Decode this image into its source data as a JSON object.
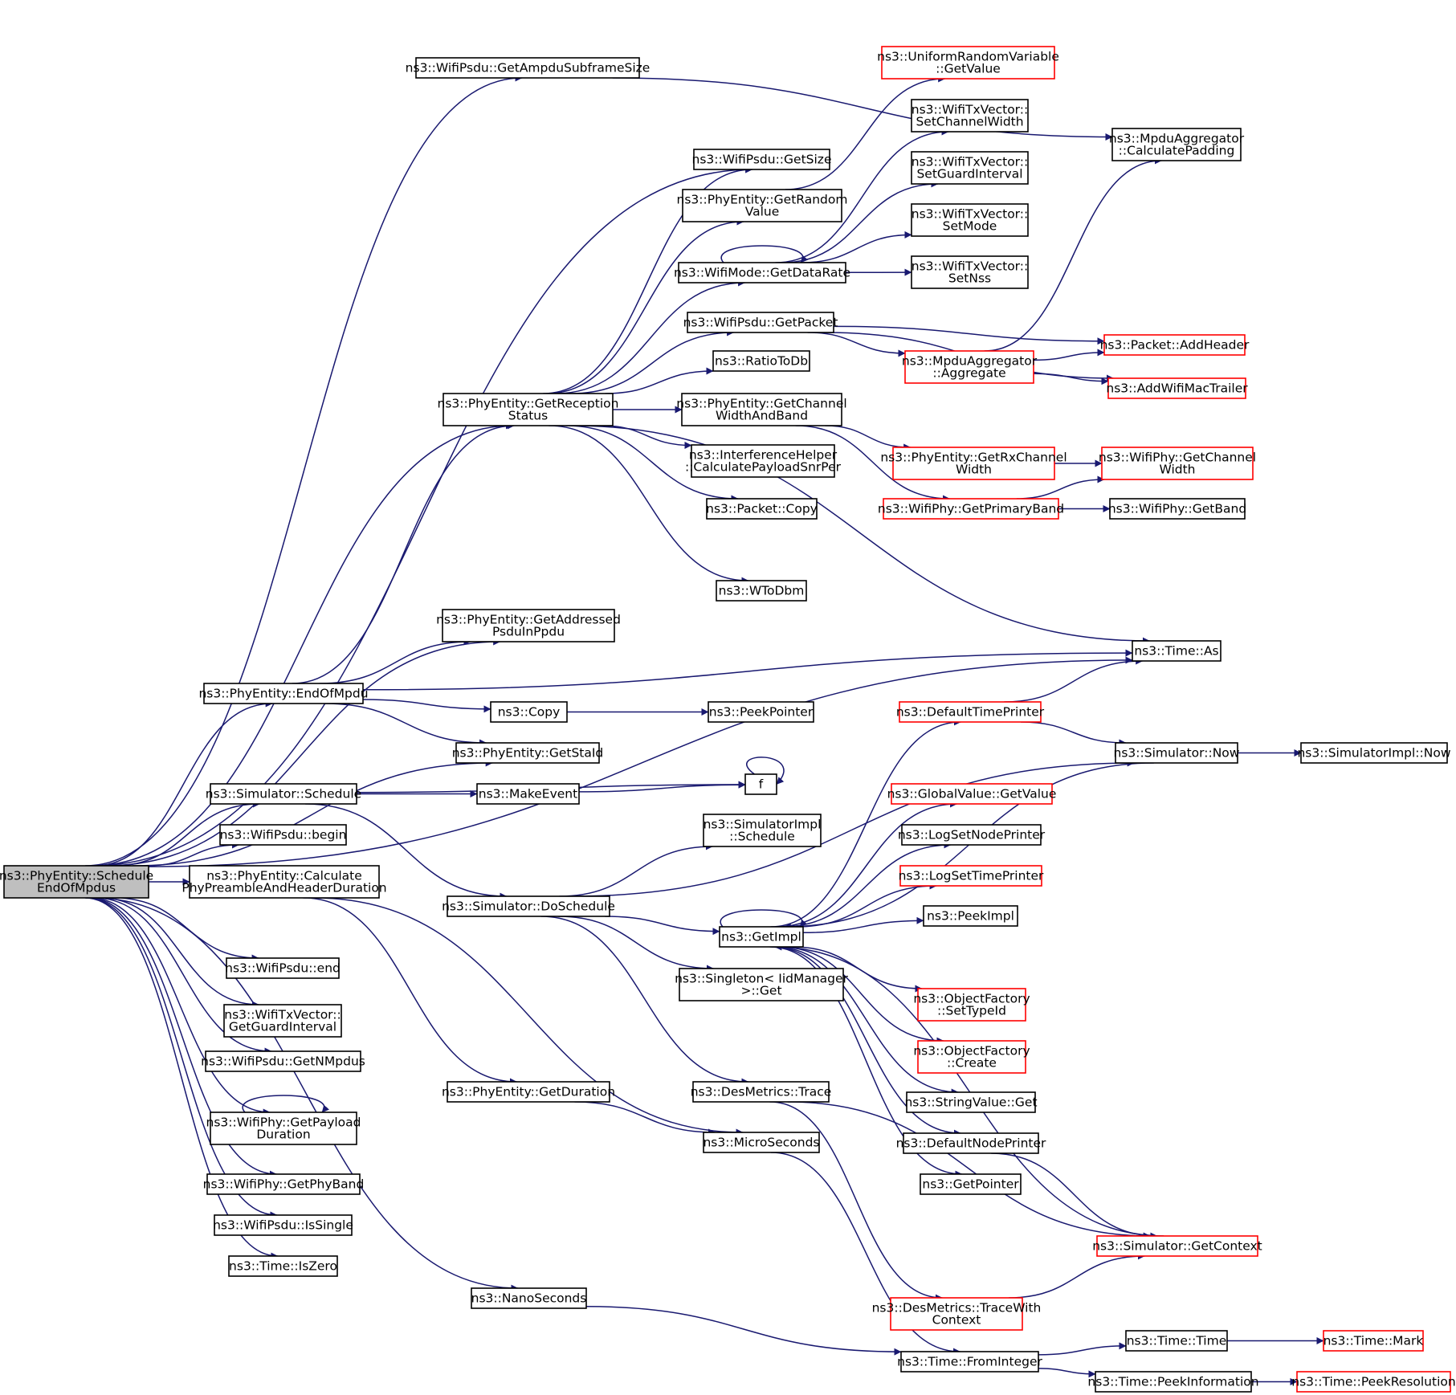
{
  "colors": {
    "edge": "#191970",
    "node_border": "#000000",
    "node_border_truncated": "#ff0000",
    "root_fill": "#bfbfbf"
  },
  "nodes": [
    {
      "id": "root",
      "lines": [
        "ns3::PhyEntity::Schedule",
        "EndOfMpdus"
      ],
      "style": "root"
    },
    {
      "id": "ampduSubframeSize",
      "lines": [
        "ns3::WifiPsdu::GetAmpduSubframeSize"
      ],
      "style": "black"
    },
    {
      "id": "uniformGetValue",
      "lines": [
        "ns3::UniformRandomVariable",
        "::GetValue"
      ],
      "style": "red"
    },
    {
      "id": "setChannelWidth",
      "lines": [
        "ns3::WifiTxVector::",
        "SetChannelWidth"
      ],
      "style": "black"
    },
    {
      "id": "calcPadding",
      "lines": [
        "ns3::MpduAggregator",
        "::CalculatePadding"
      ],
      "style": "black"
    },
    {
      "id": "psduGetSize",
      "lines": [
        "ns3::WifiPsdu::GetSize"
      ],
      "style": "black"
    },
    {
      "id": "setGuardInterval",
      "lines": [
        "ns3::WifiTxVector::",
        "SetGuardInterval"
      ],
      "style": "black"
    },
    {
      "id": "getRandomValue",
      "lines": [
        "ns3::PhyEntity::GetRandom",
        "Value"
      ],
      "style": "black"
    },
    {
      "id": "setMode",
      "lines": [
        "ns3::WifiTxVector::",
        "SetMode"
      ],
      "style": "black"
    },
    {
      "id": "getDataRate",
      "lines": [
        "ns3::WifiMode::GetDataRate"
      ],
      "style": "black"
    },
    {
      "id": "setNss",
      "lines": [
        "ns3::WifiTxVector::",
        "SetNss"
      ],
      "style": "black"
    },
    {
      "id": "getPacket",
      "lines": [
        "ns3::WifiPsdu::GetPacket"
      ],
      "style": "black"
    },
    {
      "id": "addHeader",
      "lines": [
        "ns3::Packet::AddHeader"
      ],
      "style": "red"
    },
    {
      "id": "aggregate",
      "lines": [
        "ns3::MpduAggregator",
        "::Aggregate"
      ],
      "style": "red"
    },
    {
      "id": "ratioToDb",
      "lines": [
        "ns3::RatioToDb"
      ],
      "style": "black"
    },
    {
      "id": "addWifiMacTrailer",
      "lines": [
        "ns3::AddWifiMacTrailer"
      ],
      "style": "red"
    },
    {
      "id": "getReceptionStatus",
      "lines": [
        "ns3::PhyEntity::GetReception",
        "Status"
      ],
      "style": "black"
    },
    {
      "id": "getChannelWidthAndBand",
      "lines": [
        "ns3::PhyEntity::GetChannel",
        "WidthAndBand"
      ],
      "style": "black"
    },
    {
      "id": "calcPayloadSnrPer",
      "lines": [
        "ns3::InterferenceHelper",
        "::CalculatePayloadSnrPer"
      ],
      "style": "black"
    },
    {
      "id": "getRxChannelWidth",
      "lines": [
        "ns3::PhyEntity::GetRxChannel",
        "Width"
      ],
      "style": "red"
    },
    {
      "id": "wifiPhyGetChannelWidth",
      "lines": [
        "ns3::WifiPhy::GetChannel",
        "Width"
      ],
      "style": "red"
    },
    {
      "id": "packetCopy",
      "lines": [
        "ns3::Packet::Copy"
      ],
      "style": "black"
    },
    {
      "id": "getPrimaryBand",
      "lines": [
        "ns3::WifiPhy::GetPrimaryBand"
      ],
      "style": "red"
    },
    {
      "id": "getBand",
      "lines": [
        "ns3::WifiPhy::GetBand"
      ],
      "style": "black"
    },
    {
      "id": "wToDbm",
      "lines": [
        "ns3::WToDbm"
      ],
      "style": "black"
    },
    {
      "id": "getAddressedPsdu",
      "lines": [
        "ns3::PhyEntity::GetAddressed",
        "PsduInPpdu"
      ],
      "style": "black"
    },
    {
      "id": "timeAs",
      "lines": [
        "ns3::Time::As"
      ],
      "style": "black"
    },
    {
      "id": "endOfMpdu",
      "lines": [
        "ns3::PhyEntity::EndOfMpdu"
      ],
      "style": "black"
    },
    {
      "id": "copy",
      "lines": [
        "ns3::Copy"
      ],
      "style": "black"
    },
    {
      "id": "peekPointer",
      "lines": [
        "ns3::PeekPointer"
      ],
      "style": "black"
    },
    {
      "id": "defaultTimePrinter",
      "lines": [
        "ns3::DefaultTimePrinter"
      ],
      "style": "red"
    },
    {
      "id": "getStaId",
      "lines": [
        "ns3::PhyEntity::GetStaId"
      ],
      "style": "black"
    },
    {
      "id": "simNow",
      "lines": [
        "ns3::Simulator::Now"
      ],
      "style": "black"
    },
    {
      "id": "simImplNow",
      "lines": [
        "ns3::SimulatorImpl::Now"
      ],
      "style": "black"
    },
    {
      "id": "simSchedule",
      "lines": [
        "ns3::Simulator::Schedule"
      ],
      "style": "black"
    },
    {
      "id": "makeEvent",
      "lines": [
        "ns3::MakeEvent"
      ],
      "style": "black"
    },
    {
      "id": "f",
      "lines": [
        "f"
      ],
      "style": "black"
    },
    {
      "id": "globalGetValue",
      "lines": [
        "ns3::GlobalValue::GetValue"
      ],
      "style": "red"
    },
    {
      "id": "psduBegin",
      "lines": [
        "ns3::WifiPsdu::begin"
      ],
      "style": "black"
    },
    {
      "id": "simImplSchedule",
      "lines": [
        "ns3::SimulatorImpl",
        "::Schedule"
      ],
      "style": "black"
    },
    {
      "id": "logSetNodePrinter",
      "lines": [
        "ns3::LogSetNodePrinter"
      ],
      "style": "black"
    },
    {
      "id": "calcPreamble",
      "lines": [
        "ns3::PhyEntity::Calculate",
        "PhyPreambleAndHeaderDuration"
      ],
      "style": "black"
    },
    {
      "id": "logSetTimePrinter",
      "lines": [
        "ns3::LogSetTimePrinter"
      ],
      "style": "red"
    },
    {
      "id": "doSchedule",
      "lines": [
        "ns3::Simulator::DoSchedule"
      ],
      "style": "black"
    },
    {
      "id": "peekImpl",
      "lines": [
        "ns3::PeekImpl"
      ],
      "style": "black"
    },
    {
      "id": "getImpl",
      "lines": [
        "ns3::GetImpl"
      ],
      "style": "black"
    },
    {
      "id": "psduEnd",
      "lines": [
        "ns3::WifiPsdu::end"
      ],
      "style": "black"
    },
    {
      "id": "singletonGet",
      "lines": [
        "ns3::Singleton< IidManager",
        ">::Get"
      ],
      "style": "black"
    },
    {
      "id": "getGuardInterval",
      "lines": [
        "ns3::WifiTxVector::",
        "GetGuardInterval"
      ],
      "style": "black"
    },
    {
      "id": "objFactorySetTypeId",
      "lines": [
        "ns3::ObjectFactory",
        "::SetTypeId"
      ],
      "style": "red"
    },
    {
      "id": "getNMpdus",
      "lines": [
        "ns3::WifiPsdu::GetNMpdus"
      ],
      "style": "black"
    },
    {
      "id": "objFactoryCreate",
      "lines": [
        "ns3::ObjectFactory",
        "::Create"
      ],
      "style": "red"
    },
    {
      "id": "getDuration",
      "lines": [
        "ns3::PhyEntity::GetDuration"
      ],
      "style": "black"
    },
    {
      "id": "desTrace",
      "lines": [
        "ns3::DesMetrics::Trace"
      ],
      "style": "black"
    },
    {
      "id": "stringValueGet",
      "lines": [
        "ns3::StringValue::Get"
      ],
      "style": "black"
    },
    {
      "id": "getPayloadDuration",
      "lines": [
        "ns3::WifiPhy::GetPayload",
        "Duration"
      ],
      "style": "black"
    },
    {
      "id": "microSeconds",
      "lines": [
        "ns3::MicroSeconds"
      ],
      "style": "black"
    },
    {
      "id": "defaultNodePrinter",
      "lines": [
        "ns3::DefaultNodePrinter"
      ],
      "style": "black"
    },
    {
      "id": "getPhyBand",
      "lines": [
        "ns3::WifiPhy::GetPhyBand"
      ],
      "style": "black"
    },
    {
      "id": "getPointer",
      "lines": [
        "ns3::GetPointer"
      ],
      "style": "black"
    },
    {
      "id": "isSingle",
      "lines": [
        "ns3::WifiPsdu::IsSingle"
      ],
      "style": "black"
    },
    {
      "id": "getContext",
      "lines": [
        "ns3::Simulator::GetContext"
      ],
      "style": "red"
    },
    {
      "id": "isZero",
      "lines": [
        "ns3::Time::IsZero"
      ],
      "style": "black"
    },
    {
      "id": "nanoSeconds",
      "lines": [
        "ns3::NanoSeconds"
      ],
      "style": "black"
    },
    {
      "id": "traceWithContext",
      "lines": [
        "ns3::DesMetrics::TraceWith",
        "Context"
      ],
      "style": "red"
    },
    {
      "id": "timeTime",
      "lines": [
        "ns3::Time::Time"
      ],
      "style": "black"
    },
    {
      "id": "timeMark",
      "lines": [
        "ns3::Time::Mark"
      ],
      "style": "red"
    },
    {
      "id": "fromInteger",
      "lines": [
        "ns3::Time::FromInteger"
      ],
      "style": "black"
    },
    {
      "id": "peekInformation",
      "lines": [
        "ns3::Time::PeekInformation"
      ],
      "style": "black"
    },
    {
      "id": "peekResolution",
      "lines": [
        "ns3::Time::PeekResolution"
      ],
      "style": "red"
    }
  ],
  "edges": [
    [
      "root",
      "ampduSubframeSize"
    ],
    [
      "root",
      "psduGetSize"
    ],
    [
      "root",
      "getReceptionStatus"
    ],
    [
      "root",
      "timeAs"
    ],
    [
      "root",
      "getAddressedPsdu"
    ],
    [
      "root",
      "endOfMpdu"
    ],
    [
      "root",
      "getStaId"
    ],
    [
      "root",
      "simSchedule"
    ],
    [
      "root",
      "psduBegin"
    ],
    [
      "root",
      "calcPreamble"
    ],
    [
      "root",
      "psduEnd"
    ],
    [
      "root",
      "getGuardInterval"
    ],
    [
      "root",
      "getNMpdus"
    ],
    [
      "root",
      "getPayloadDuration"
    ],
    [
      "root",
      "getPhyBand"
    ],
    [
      "root",
      "isSingle"
    ],
    [
      "root",
      "isZero"
    ],
    [
      "root",
      "nanoSeconds"
    ],
    [
      "ampduSubframeSize",
      "calcPadding"
    ],
    [
      "getRandomValue",
      "uniformGetValue"
    ],
    [
      "getDataRate",
      "setChannelWidth"
    ],
    [
      "getDataRate",
      "setGuardInterval"
    ],
    [
      "getDataRate",
      "setMode"
    ],
    [
      "getDataRate",
      "setNss"
    ],
    [
      "getDataRate",
      "getDataRate"
    ],
    [
      "getPacket",
      "addHeader"
    ],
    [
      "getPacket",
      "aggregate"
    ],
    [
      "getPacket",
      "addWifiMacTrailer"
    ],
    [
      "aggregate",
      "calcPadding"
    ],
    [
      "aggregate",
      "addHeader"
    ],
    [
      "aggregate",
      "addWifiMacTrailer"
    ],
    [
      "getReceptionStatus",
      "psduGetSize"
    ],
    [
      "getReceptionStatus",
      "getRandomValue"
    ],
    [
      "getReceptionStatus",
      "getDataRate"
    ],
    [
      "getReceptionStatus",
      "getPacket"
    ],
    [
      "getReceptionStatus",
      "ratioToDb"
    ],
    [
      "getReceptionStatus",
      "getChannelWidthAndBand"
    ],
    [
      "getReceptionStatus",
      "calcPayloadSnrPer"
    ],
    [
      "getReceptionStatus",
      "packetCopy"
    ],
    [
      "getReceptionStatus",
      "wToDbm"
    ],
    [
      "getReceptionStatus",
      "timeAs"
    ],
    [
      "getChannelWidthAndBand",
      "getRxChannelWidth"
    ],
    [
      "getChannelWidthAndBand",
      "getPrimaryBand"
    ],
    [
      "getRxChannelWidth",
      "wifiPhyGetChannelWidth"
    ],
    [
      "getPrimaryBand",
      "wifiPhyGetChannelWidth"
    ],
    [
      "getPrimaryBand",
      "getBand"
    ],
    [
      "endOfMpdu",
      "getReceptionStatus"
    ],
    [
      "endOfMpdu",
      "getAddressedPsdu"
    ],
    [
      "endOfMpdu",
      "timeAs"
    ],
    [
      "endOfMpdu",
      "copy"
    ],
    [
      "endOfMpdu",
      "getStaId"
    ],
    [
      "copy",
      "peekPointer"
    ],
    [
      "defaultTimePrinter",
      "timeAs"
    ],
    [
      "defaultTimePrinter",
      "simNow"
    ],
    [
      "simNow",
      "simImplNow"
    ],
    [
      "simNow",
      "getImpl"
    ],
    [
      "simSchedule",
      "makeEvent"
    ],
    [
      "simSchedule",
      "f"
    ],
    [
      "simSchedule",
      "doSchedule"
    ],
    [
      "makeEvent",
      "f"
    ],
    [
      "f",
      "f"
    ],
    [
      "doSchedule",
      "simImplSchedule"
    ],
    [
      "doSchedule",
      "simNow"
    ],
    [
      "doSchedule",
      "getImpl"
    ],
    [
      "doSchedule",
      "singletonGet"
    ],
    [
      "doSchedule",
      "desTrace"
    ],
    [
      "getImpl",
      "defaultTimePrinter"
    ],
    [
      "getImpl",
      "globalGetValue"
    ],
    [
      "getImpl",
      "logSetNodePrinter"
    ],
    [
      "getImpl",
      "logSetTimePrinter"
    ],
    [
      "getImpl",
      "peekImpl"
    ],
    [
      "getImpl",
      "objFactorySetTypeId"
    ],
    [
      "getImpl",
      "objFactoryCreate"
    ],
    [
      "getImpl",
      "stringValueGet"
    ],
    [
      "getImpl",
      "defaultNodePrinter"
    ],
    [
      "getImpl",
      "getPointer"
    ],
    [
      "getImpl",
      "getImpl"
    ],
    [
      "calcPreamble",
      "getDuration"
    ],
    [
      "calcPreamble",
      "microSeconds"
    ],
    [
      "getDuration",
      "microSeconds"
    ],
    [
      "desTrace",
      "getContext"
    ],
    [
      "desTrace",
      "traceWithContext"
    ],
    [
      "defaultNodePrinter",
      "getContext"
    ],
    [
      "getContext",
      "getImpl"
    ],
    [
      "traceWithContext",
      "getContext"
    ],
    [
      "getPayloadDuration",
      "getPayloadDuration"
    ],
    [
      "microSeconds",
      "fromInteger"
    ],
    [
      "nanoSeconds",
      "fromInteger"
    ],
    [
      "fromInteger",
      "timeTime"
    ],
    [
      "fromInteger",
      "peekInformation"
    ],
    [
      "timeTime",
      "timeMark"
    ],
    [
      "peekInformation",
      "peekResolution"
    ]
  ]
}
